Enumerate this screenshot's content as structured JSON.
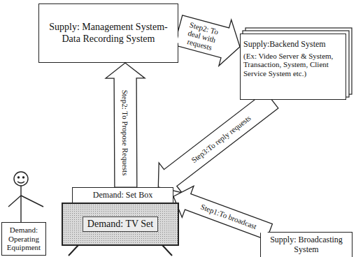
{
  "diagram": {
    "nodes": [
      {
        "text": [
          "Supply: Management System- Data Recording System"
        ]
      },
      {
        "text": [
          "Supply:Backend System",
          "(Ex: Video Server & System, Transaction, System, Client Service System etc.)"
        ]
      },
      {
        "text": [
          "Demand: Set Box"
        ]
      },
      {
        "text": [
          "Demand: TV Set"
        ]
      },
      {
        "text": [
          "Demand: Operating Equipment"
        ]
      },
      {
        "text": [
          "Supply: Broadcasting System"
        ]
      }
    ],
    "edges": [
      {
        "from": 2,
        "to": 0,
        "label": "Step2: To Propose Requests",
        "arrow": "to"
      },
      {
        "from": 0,
        "to": 1,
        "label": "Step2: To deal with requests",
        "arrow": "to"
      },
      {
        "from": 1,
        "to": 2,
        "label": "Step3:To reply requests",
        "arrow": "to"
      },
      {
        "from": 5,
        "to": 2,
        "label": "Step1:To broadcast",
        "arrow": "to"
      }
    ]
  }
}
